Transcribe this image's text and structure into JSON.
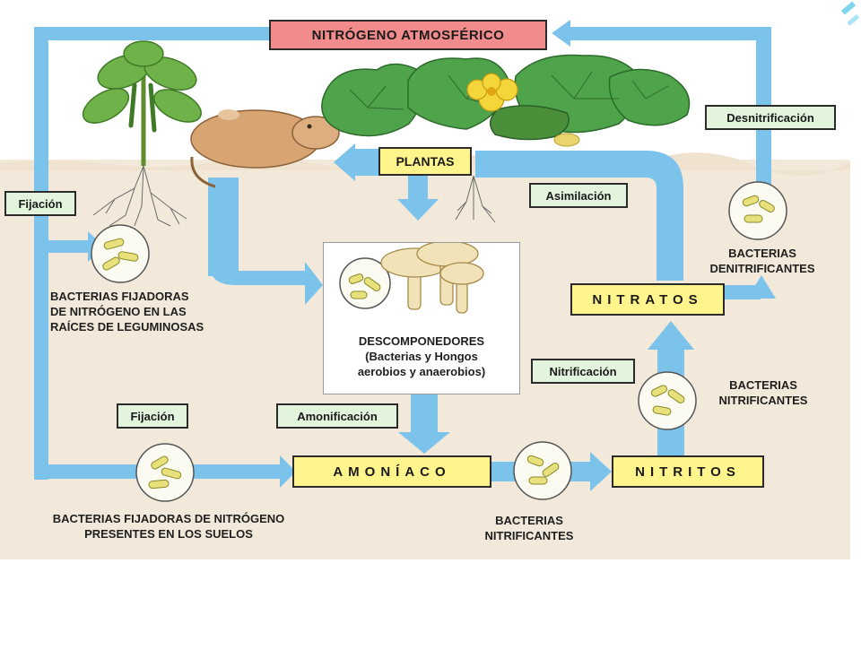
{
  "title": "NITRÓGENO ATMOSFÉRICO",
  "process_labels": {
    "fixation_top": "Fijación",
    "fixation_bottom": "Fijación",
    "assimilation": "Asimilación",
    "denitrification": "Desnitrificación",
    "nitrification": "Nitrificación",
    "ammonification": "Amonificación"
  },
  "compound_boxes": {
    "plants": "PLANTAS",
    "nitrates": "NITRATOS",
    "ammonia": "AMONÍACO",
    "nitrites": "NITRITOS"
  },
  "organism_labels": {
    "root_bacteria": [
      "BACTERIAS FIJADORAS",
      "DE NITRÓGENO EN LAS",
      "RAÍCES DE LEGUMINOSAS"
    ],
    "soil_bacteria": [
      "BACTERIAS FIJADORAS DE NITRÓGENO",
      "PRESENTES EN LOS SUELOS"
    ],
    "denitrifying": [
      "BACTERIAS",
      "DENITRIFICANTES"
    ],
    "nitrifying_right": [
      "BACTERIAS",
      "NITRIFICANTES"
    ],
    "nitrifying_bottom": [
      "BACTERIAS",
      "NITRIFICANTES"
    ],
    "decomposers": [
      "DESCOMPONEDORES",
      "(Bacterias y Hongos",
      "aerobios y anaerobios)"
    ]
  },
  "colors": {
    "sky": "#ffffff",
    "soil": "#f3e9da",
    "arrow": "#7cc3ec",
    "title_box": "#f28c8c",
    "compound_box": "#fff58c",
    "process_box": "#e3f4dc"
  }
}
